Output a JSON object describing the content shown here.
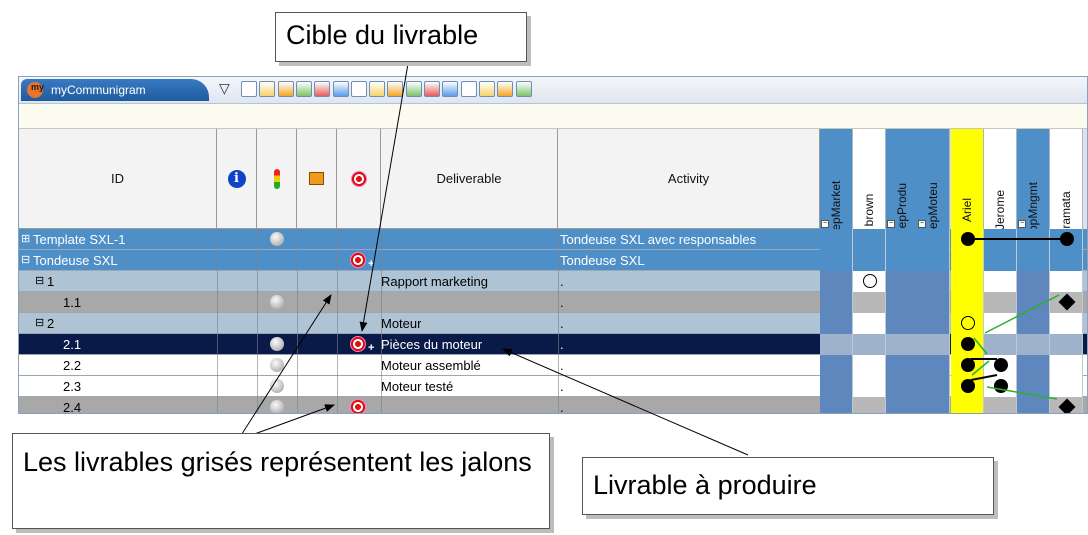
{
  "app": {
    "my_label": "my",
    "title": "myCommunigram"
  },
  "toolbar": {
    "dropdown_glyph": "▽",
    "icons": [
      "preview-icon",
      "print-icon",
      "expand-all-icon",
      "add-row-icon",
      "columns-icon",
      "add-column-icon",
      "filter-icon",
      "refresh-icon",
      "deliverable-icon",
      "target-icon",
      "export-icon",
      "team-icon",
      "forward-icon",
      "calendar-icon",
      "collapse-people-icon",
      "expand-people-icon"
    ]
  },
  "columns": {
    "id": "ID",
    "info": "i",
    "deliverable": "Deliverable",
    "activity": "Activity",
    "people": [
      "DepMarket",
      "brown",
      "DepProdu",
      "DepMoteu",
      "Ariel",
      "Jerome",
      "TopMngmt",
      "ramata"
    ],
    "collapse_glyph": "−"
  },
  "rows": [
    {
      "id": "Template SXL-1",
      "toggle": "⊞",
      "deliverable": "",
      "activity": "Tondeuse SXL avec responsables"
    },
    {
      "id": "Tondeuse SXL",
      "toggle": "⊟",
      "deliverable": "",
      "activity": "Tondeuse SXL"
    },
    {
      "id": "1",
      "toggle": "⊟",
      "deliverable": "Rapport marketing",
      "activity": "."
    },
    {
      "id": "1.1",
      "toggle": "",
      "deliverable": "",
      "activity": "."
    },
    {
      "id": "2",
      "toggle": "⊟",
      "deliverable": "Moteur",
      "activity": "."
    },
    {
      "id": "2.1",
      "toggle": "",
      "deliverable": "Pièces du moteur",
      "activity": "."
    },
    {
      "id": "2.2",
      "toggle": "",
      "deliverable": "Moteur assemblé",
      "activity": "."
    },
    {
      "id": "2.3",
      "toggle": "",
      "deliverable": "Moteur testé",
      "activity": "."
    },
    {
      "id": "2.4",
      "toggle": "",
      "deliverable": "",
      "activity": "."
    }
  ],
  "plus_glyph": "+",
  "callouts": {
    "target": "Cible du livrable",
    "milestones": "Les livrables grisés représentent les jalons",
    "produce": "Livrable à produire"
  },
  "colors": {
    "selected_row": "#0a1a48",
    "header_blue": "#4f8fc8",
    "milestone_gray": "#a8a8a8",
    "highlight_yellow": "#ffff00"
  }
}
